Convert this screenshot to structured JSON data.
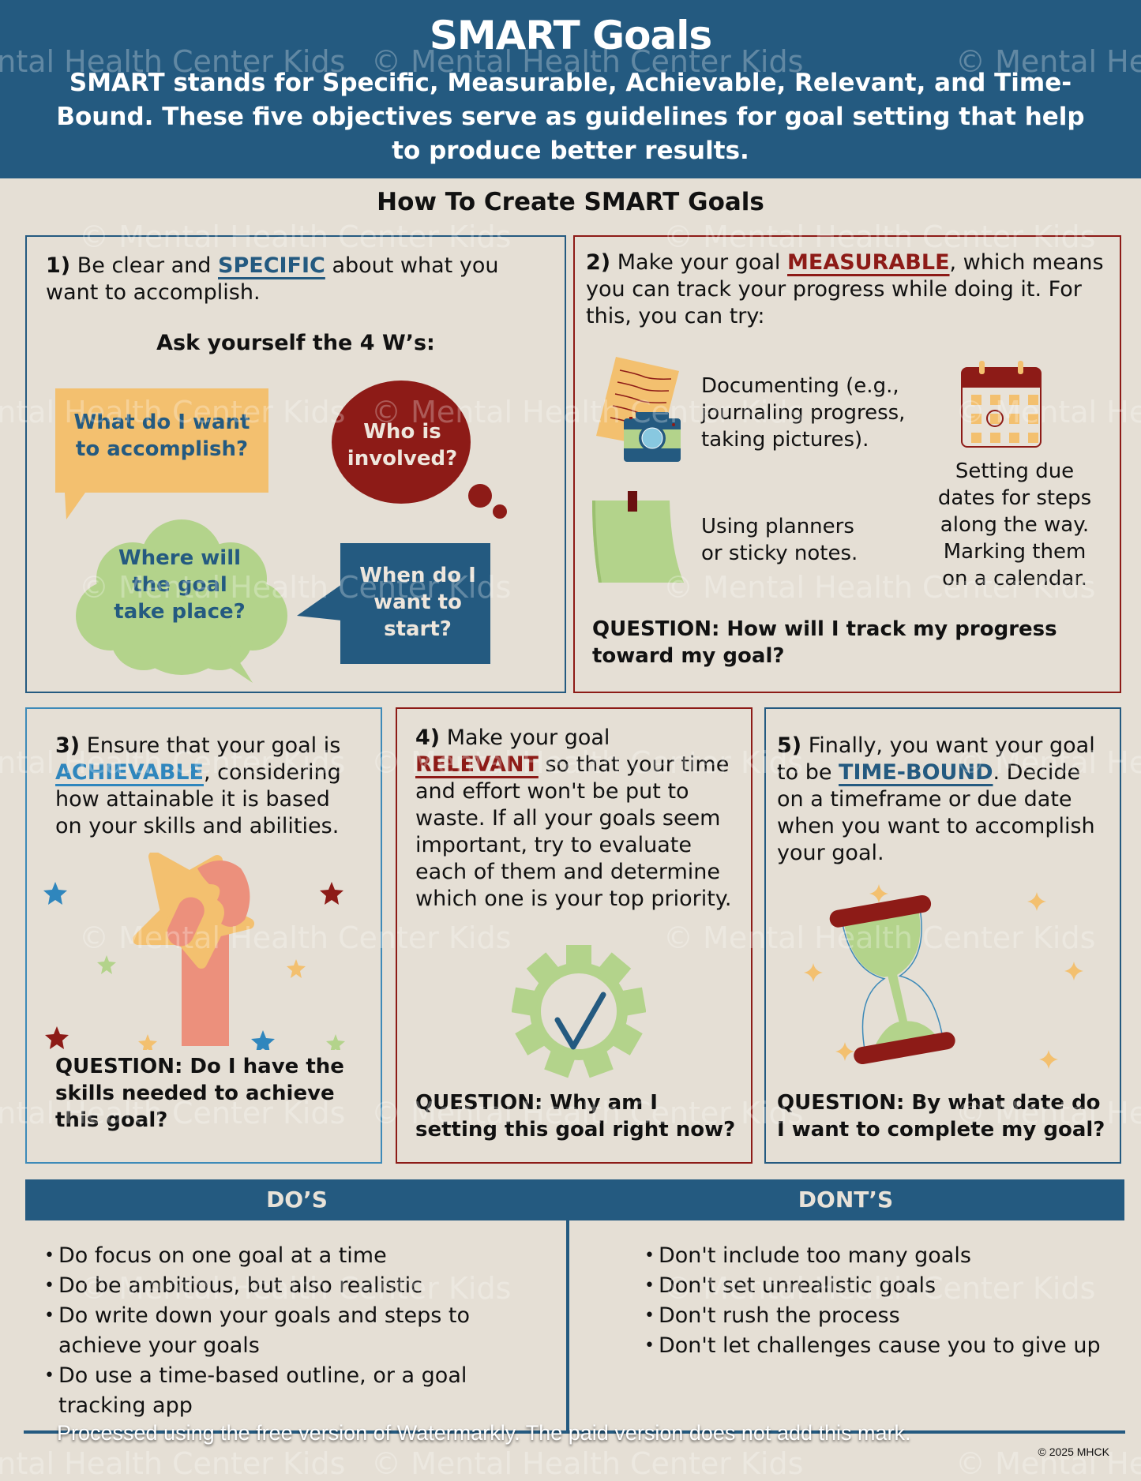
{
  "header": {
    "title": "SMART Goals",
    "intro": "SMART stands for Specific, Measurable, Achievable, Relevant, and Time-Bound.  These five objectives serve as guidelines for goal setting that help to produce better results."
  },
  "section_title": "How To Create SMART Goals",
  "cards": {
    "specific": {
      "number": "1)",
      "pre": " Be clear and ",
      "keyword": "SPECIFIC",
      "post": " about what you want to accomplish.",
      "subheading": "Ask yourself the 4 W’s:",
      "bubbles": {
        "what": "What do I want to accomplish?",
        "who": "Who is involved?",
        "where": "Where will the goal take place?",
        "when": "When do I want to start?"
      }
    },
    "measurable": {
      "number": "2)",
      "pre": " Make your goal ",
      "keyword": "MEASURABLE",
      "post": ", which means you can track your progress while doing it. For this, you can try:",
      "items": {
        "documenting": "Documenting (e.g., journaling progress, taking pictures).",
        "planners": "Using planners or sticky notes.",
        "due_dates": "Setting due dates for steps along the way. Marking them on a calendar."
      },
      "question": "QUESTION: How will I track my progress toward my goal?"
    },
    "achievable": {
      "number": "3)",
      "pre": " Ensure that your goal is ",
      "keyword": "ACHIEVABLE",
      "post": ", considering how attainable it is based on your skills and abilities.",
      "question": "QUESTION: Do I have the skills needed to achieve this goal?"
    },
    "relevant": {
      "number": "4)",
      "pre": " Make your goal ",
      "keyword": "RELEVANT",
      "post": " so that your time and effort won't be put to waste. If all your goals seem important, try to evaluate each of them and determine which one is your top priority.",
      "question": "QUESTION: Why am I setting this goal right now?"
    },
    "time_bound": {
      "number": "5)",
      "pre": " Finally, you want your goal to be ",
      "keyword": "TIME-BOUND",
      "post": ". Decide on a timeframe or due date when you want to accomplish your goal.",
      "question": "QUESTION:  By what date do I want to complete my goal?"
    }
  },
  "dos": {
    "heading": "DO’S",
    "items": [
      "Do focus on one goal at a time",
      "Do be ambitious, but also realistic",
      "Do write down your goals and steps to achieve your goals",
      "Do use a time-based outline, or a goal tracking app"
    ]
  },
  "donts": {
    "heading": "DONT’S",
    "items": [
      "Don't include too many goals",
      "Don't set unrealistic goals",
      "Don't rush the process",
      "Don't let challenges cause you to give up"
    ]
  },
  "watermark_text": "© Mental Health Center Kids",
  "processing_notice": "Processed using the free version of Watermarkly. The paid version does not add this mark.",
  "copyright": "© 2025 MHCK",
  "colors": {
    "navy": "#245a80",
    "red": "#8d1b17",
    "light_blue": "#2f86bd",
    "orange": "#f3c06f",
    "green": "#b3d38b",
    "salmon": "#ec907c",
    "background": "#e5dfd5"
  }
}
